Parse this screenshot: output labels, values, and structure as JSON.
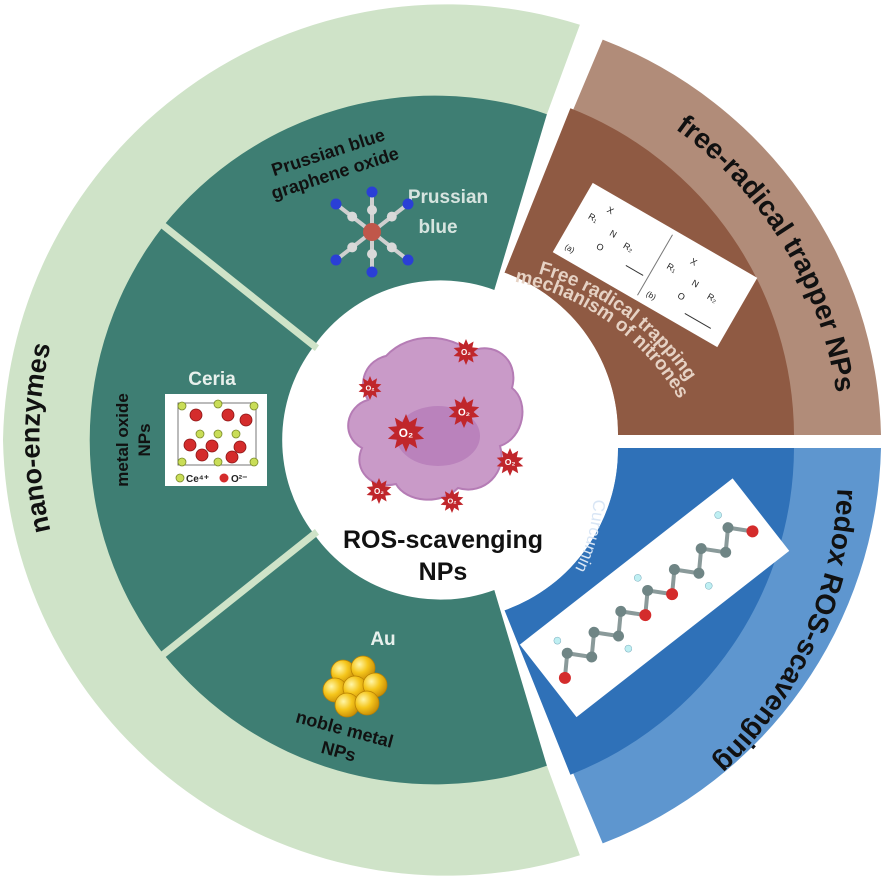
{
  "center": {
    "title_line1": "ROS-scavenging",
    "title_line2": "NPs",
    "ros_badge": "O₂"
  },
  "outer": {
    "nano_enzymes": "nano-enzymes",
    "free_radical": "free-radical trapper NPs",
    "redox": "redox ROS-scavenging"
  },
  "inner": {
    "pb_go": {
      "line1": "Prussian blue",
      "line2": "graphene oxide"
    },
    "prussian_blue": {
      "line1": "Prussian",
      "line2": "blue"
    },
    "metal_oxide": {
      "line1": "metal oxide",
      "line2": "NPs"
    },
    "ceria": "Ceria",
    "ceria_legend": {
      "ce": "Ce⁴⁺",
      "o": "O²⁻"
    },
    "noble": {
      "line1": "noble metal",
      "line2": "NPs"
    },
    "au": "Au",
    "nitrone": {
      "line1": "Free radical trapping",
      "line2": "mechanism of nitrones"
    },
    "nitrone_scheme": {
      "a": "(a)",
      "b": "(b)",
      "x": "X",
      "r1": "R₁",
      "r2": "R₂",
      "n": "N",
      "o": "O"
    },
    "curcumin": "Curcumin"
  },
  "colors": {
    "light_green": "#cfe3c8",
    "teal": "#3e7e73",
    "brown_light": "#b18c79",
    "brown_dark": "#8f5a43",
    "blue_light": "#5e96cf",
    "blue_dark": "#2f71b8",
    "cell": "#c99ac8",
    "ros": "#c0262b"
  }
}
